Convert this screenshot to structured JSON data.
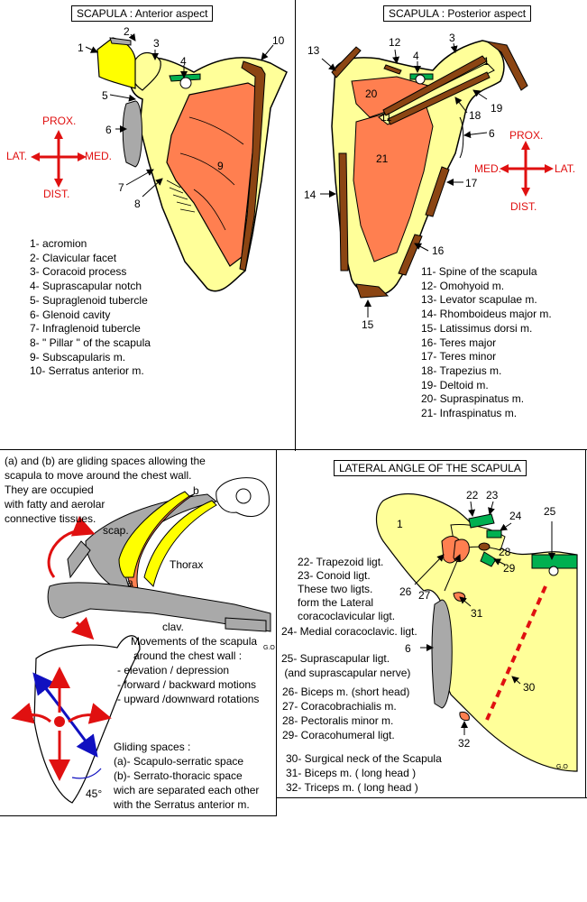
{
  "panels": {
    "anterior": {
      "title": "SCAPULA : Anterior aspect",
      "orientation": {
        "prox": "PROX.",
        "dist": "DIST.",
        "lat": "LAT.",
        "med": "MED."
      },
      "legend": [
        "1- acromion",
        "2- Clavicular facet",
        "3- Coracoid process",
        "4- Suprascapular notch",
        "5- Supraglenoid tubercle",
        "6- Glenoid cavity",
        "7- Infraglenoid tubercle",
        "8- \" Pillar \" of the scapula",
        "9- Subscapularis m.",
        "10- Serratus anterior m."
      ]
    },
    "posterior": {
      "title": "SCAPULA : Posterior aspect",
      "orientation": {
        "prox": "PROX.",
        "dist": "DIST.",
        "lat": "LAT.",
        "med": "MED."
      },
      "legend": [
        "11- Spine of the scapula",
        "12- Omohyoid m.",
        "13- Levator scapulae m.",
        "14- Rhomboideus major m.",
        "15- Latissimus dorsi m.",
        "16- Teres major",
        "17- Teres minor",
        "18- Trapezius m.",
        "19- Deltoid m.",
        "20- Supraspinatus m.",
        "21- Infraspinatus m."
      ]
    },
    "gliding": {
      "intro": [
        "(a) and (b) are gliding spaces allowing the",
        "scapula to move around the chest wall.",
        "They are occupied",
        "with fatty and aerolar",
        "connective tissues."
      ],
      "labels": {
        "scap": "scap.",
        "thorax": "Thorax",
        "clav": "clav.",
        "a": "a",
        "b": "b",
        "initials": "G.O",
        "angle": "45°"
      },
      "movements": [
        "Movements of the scapula",
        "around the chest wall :",
        "- elevation / depression",
        "- forward / backward motions",
        "- upward /downward rotations"
      ],
      "spaces": [
        "Gliding spaces :",
        "(a)- Scapulo-serratic space",
        "(b)- Serrato-thoracic space",
        "wich are separated each other",
        "with the Serratus anterior m."
      ]
    },
    "lateral": {
      "title": "LATERAL ANGLE OF THE SCAPULA",
      "legend_a": [
        "22- Trapezoid ligt.",
        "23- Conoid ligt.",
        "These two ligts.",
        "form the Lateral",
        "coracoclavicular ligt."
      ],
      "legend_b": [
        "24- Medial coracoclavic. ligt."
      ],
      "legend_c": [
        "25- Suprascapular ligt.",
        " (and suprascapular nerve)"
      ],
      "legend_d": [
        "26- Biceps m. (short head)",
        "27- Coracobrachialis m.",
        "28- Pectoralis minor m.",
        "29- Coracohumeral ligt."
      ],
      "legend_e": [
        "30- Surgical neck of the Scapula",
        "31- Biceps m. ( long head )",
        "32- Triceps m. ( long head )"
      ],
      "initials": "G.O"
    }
  },
  "colors": {
    "bone": "#ffff99",
    "acromion": "#ffff00",
    "muscle": "#ff7f50",
    "serratus": "#8b4513",
    "cavity": "#a9a9a9",
    "ligament": "#00b050",
    "arrow_red": "#e01010",
    "arrow_blue": "#1010c0"
  }
}
